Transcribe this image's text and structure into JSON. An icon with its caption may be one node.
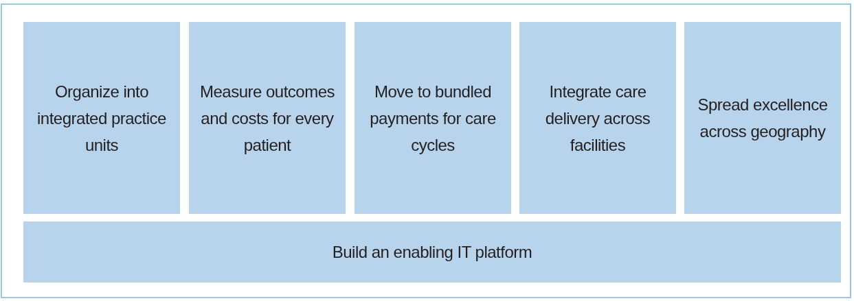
{
  "diagram": {
    "nodes": [
      {
        "text": [
          "Organize into integrated practice units"
        ]
      },
      {
        "text": [
          "Measure outcomes and costs for every patient"
        ]
      },
      {
        "text": [
          "Move to bundled payments for care cycles"
        ]
      },
      {
        "text": [
          "Integrate care delivery across facilities"
        ]
      },
      {
        "text": [
          "Spread excellence across geography"
        ]
      },
      {
        "text": [
          "Build an enabling IT platform"
        ]
      }
    ]
  }
}
